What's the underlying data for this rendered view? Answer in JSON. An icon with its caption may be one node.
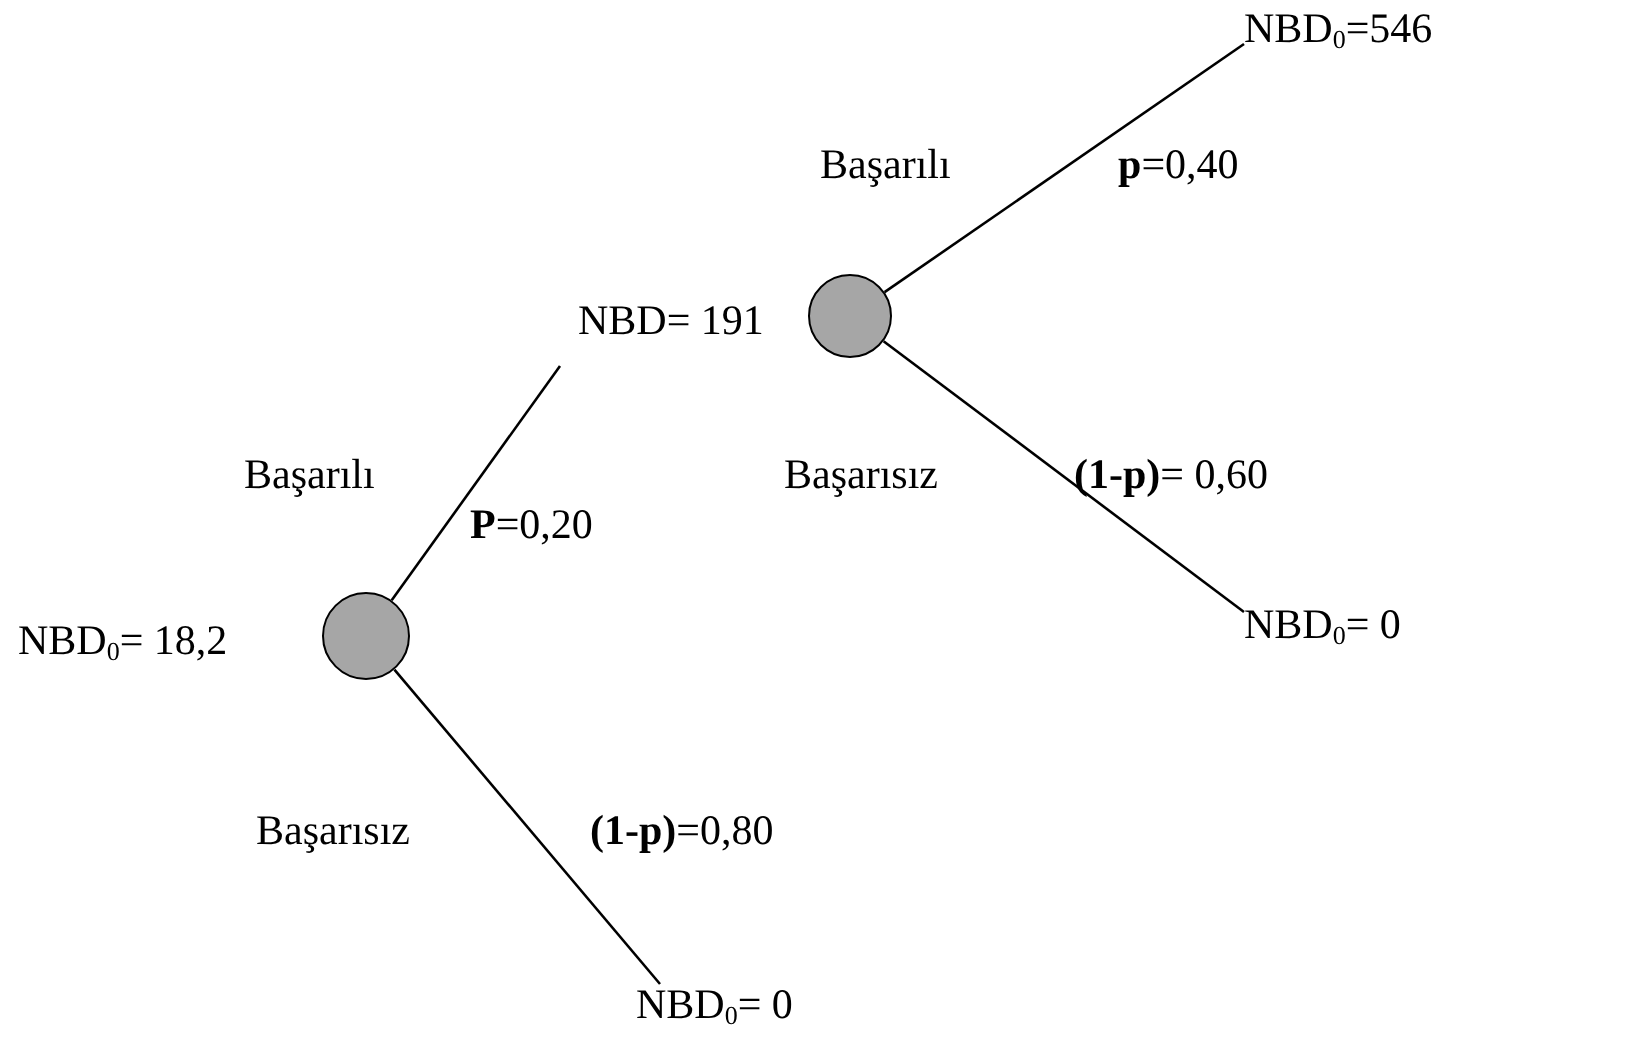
{
  "diagram": {
    "nodes": [
      {
        "text": [
          "NBD$_{0}$=546"
        ]
      },
      {
        "text": [],
        "shape": "circle",
        "beside": [
          "NBD= 191"
        ]
      },
      {
        "text": [],
        "shape": "circle",
        "beside": [
          "NBD$_{0}$= 18,2"
        ]
      },
      {
        "text": [
          "NBD$_{0}$= 0"
        ]
      },
      {
        "text": [
          "NBD$_{0}$= 0"
        ]
      }
    ],
    "edges": [
      {
        "from": 2,
        "to": 1,
        "arrow": "none",
        "label": "**P**=0,20"
      },
      {
        "from": 1,
        "to": 0,
        "arrow": "none",
        "label": "**p**=0,40"
      },
      {
        "from": 1,
        "to": 3,
        "arrow": "none",
        "label": "**(1-p)**= 0,60"
      },
      {
        "from": 2,
        "to": 4,
        "arrow": "none",
        "label": "**(1-p)**=0,80"
      }
    ],
    "labels": [
      "Başarılı",
      "Başarılı",
      "Başarısız",
      "Başarısız"
    ]
  }
}
